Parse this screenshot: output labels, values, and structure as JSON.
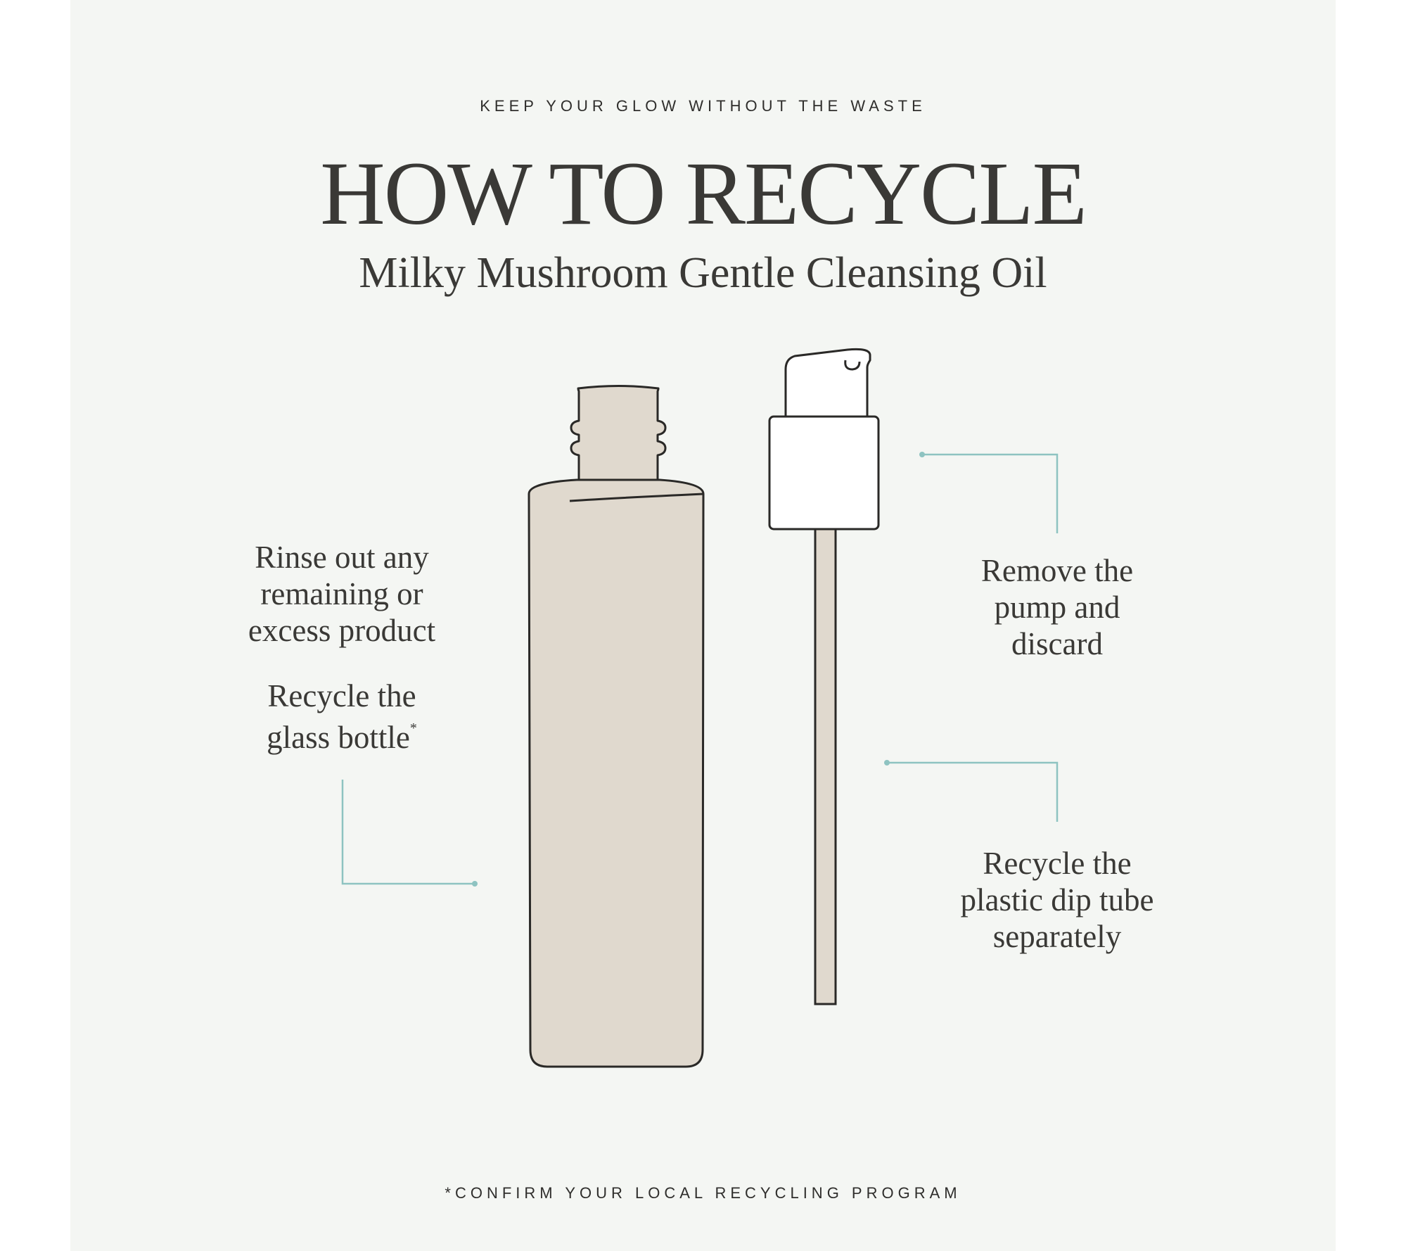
{
  "header": {
    "eyebrow": "KEEP YOUR GLOW WITHOUT THE WASTE",
    "title": "HOW TO RECYCLE",
    "subtitle": "Milky Mushroom Gentle Cleansing Oil"
  },
  "steps": {
    "rinse": [
      "Rinse out any",
      "remaining or",
      "excess product"
    ],
    "bottle": [
      "Recycle the",
      "glass bottle"
    ],
    "bottle_mark": "*",
    "pump": [
      "Remove the",
      "pump and",
      "discard"
    ],
    "tube": [
      "Recycle the",
      "plastic dip tube",
      "separately"
    ]
  },
  "footnote": "*CONFIRM YOUR LOCAL RECYCLING PROGRAM",
  "illustration": {
    "items": [
      "glass bottle",
      "pump",
      "dip tube"
    ]
  },
  "colors": {
    "background": "#f4f6f3",
    "text": "#3a3936",
    "bottle_fill": "#e0d9ce",
    "outline": "#2a2927",
    "callout_line": "#8ec3c1"
  }
}
